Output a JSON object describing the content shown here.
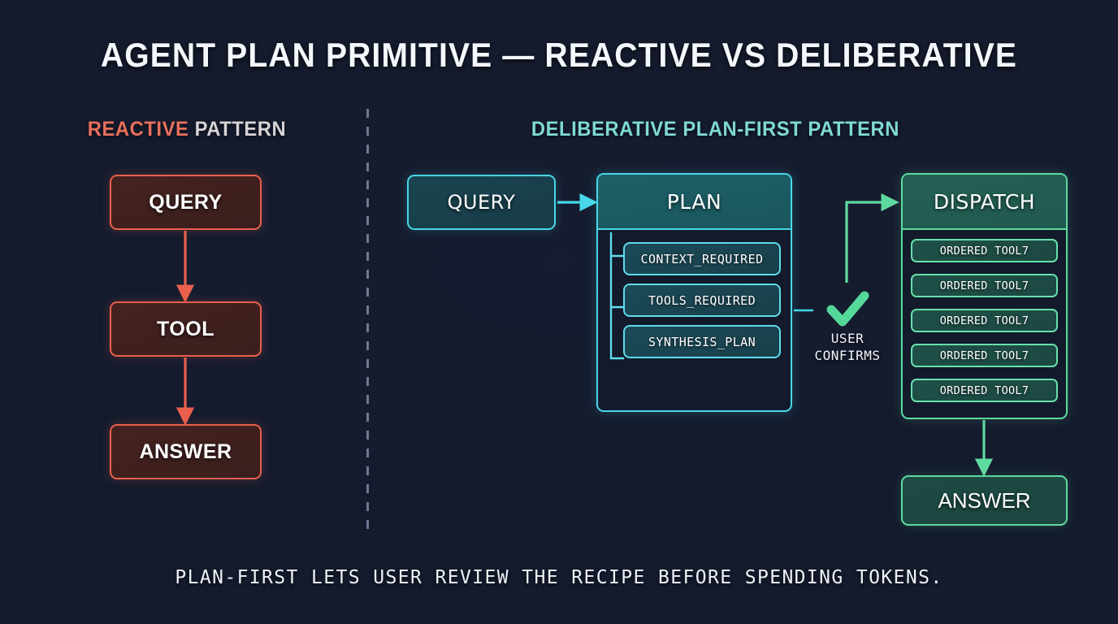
{
  "title": "AGENT PLAN PRIMITIVE — REACTIVE VS DELIBERATIVE",
  "caption": "PLAN-FIRST LETS USER REVIEW THE RECIPE BEFORE SPENDING TOKENS.",
  "colors": {
    "background": "#141b2d",
    "reactive_accent": "#e8604c",
    "deliberative_accent": "#47d7e8",
    "dispatch_accent": "#5fd9a0",
    "divider": "#7d8aa4",
    "text": "#ffffff"
  },
  "reactive": {
    "heading_accent": "REACTIVE",
    "heading_rest": " PATTERN",
    "nodes": [
      {
        "label": "QUERY"
      },
      {
        "label": "TOOL"
      },
      {
        "label": "ANSWER"
      }
    ]
  },
  "deliberative": {
    "heading": "DELIBERATIVE PLAN-FIRST PATTERN",
    "query": {
      "label": "QUERY"
    },
    "plan": {
      "header": "PLAN",
      "items": [
        {
          "label": "CONTEXT_REQUIRED"
        },
        {
          "label": "TOOLS_REQUIRED"
        },
        {
          "label": "SYNTHESIS_PLAN"
        }
      ]
    },
    "gate": {
      "icon": "check-mark",
      "line1": "USER",
      "line2": "CONFIRMS"
    },
    "dispatch": {
      "header": "DISPATCH",
      "items": [
        {
          "label": "ORDERED TOOL7"
        },
        {
          "label": "ORDERED TOOL7"
        },
        {
          "label": "ORDERED TOOL7"
        },
        {
          "label": "ORDERED TOOL7"
        },
        {
          "label": "ORDERED TOOL7"
        }
      ]
    },
    "answer": {
      "label": "ANSWER"
    }
  }
}
